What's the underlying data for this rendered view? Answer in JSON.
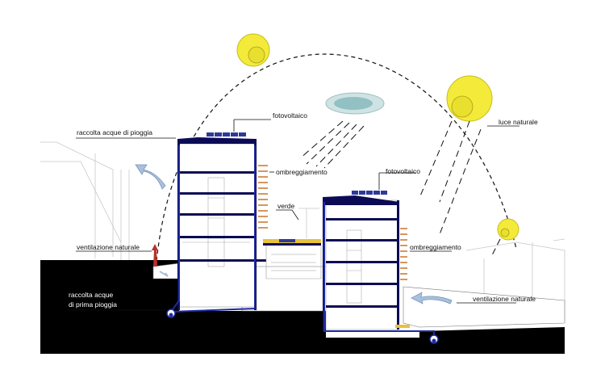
{
  "labels": {
    "raccolta_pioggia": "raccolta acque di pioggia",
    "fotovoltaico_left": "fotovoltaico",
    "fotovoltaico_right": "fotovoltaico",
    "ombreggiamento_left": "ombreggiamento",
    "ombreggiamento_right": "ombreggiamento",
    "verde": "verde",
    "luce_naturale": "luce naturale",
    "ventilazione_left": "ventilazione naturale",
    "ventilazione_right": "ventilazione naturale",
    "prima_pioggia_line1": "raccolta acque",
    "prima_pioggia_line2": "di prima pioggia"
  },
  "colors": {
    "sun": "#f3ea3a",
    "structure": "#0b0b55",
    "drain": "#1f2aa0",
    "ground": "#000000",
    "cloud": "#9fc6c8",
    "arrow": "#a9c0dc",
    "vent_warm": "#b8322a",
    "pv": "#2d3a9a",
    "shading": "#c9732a",
    "green_roof": "#e7c23a"
  }
}
